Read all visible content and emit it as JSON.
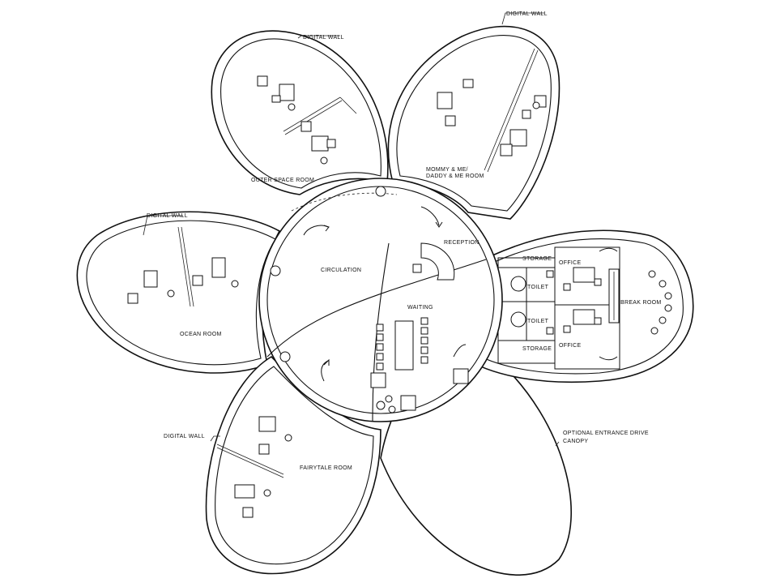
{
  "diagram": {
    "rooms": {
      "outer_space": "OUTER SPACE ROOM",
      "mommy_line1": "MOMMY & ME/",
      "mommy_line2": "DADDY & ME ROOM",
      "ocean": "OCEAN ROOM",
      "fairytale": "FAIRYTALE ROOM",
      "circulation": "CIRCULATION",
      "reception": "RECEPTION",
      "waiting": "WAITING",
      "storage_top": "STORAGE",
      "storage_bottom": "STORAGE",
      "office_top": "OFFICE",
      "office_bottom": "OFFICE",
      "toilet_top": "TOILET",
      "toilet_bottom": "TOILET",
      "break_room": "BREAK ROOM"
    },
    "callouts": {
      "digital_wall_outer_space": "DIGITAL WALL",
      "digital_wall_mommy": "DIGITAL WALL",
      "digital_wall_ocean": "DIGITAL WALL",
      "digital_wall_fairytale": "DIGITAL WALL",
      "canopy_line1": "OPTIONAL ENTRANCE DRIVE",
      "canopy_line2": "CANOPY"
    }
  }
}
